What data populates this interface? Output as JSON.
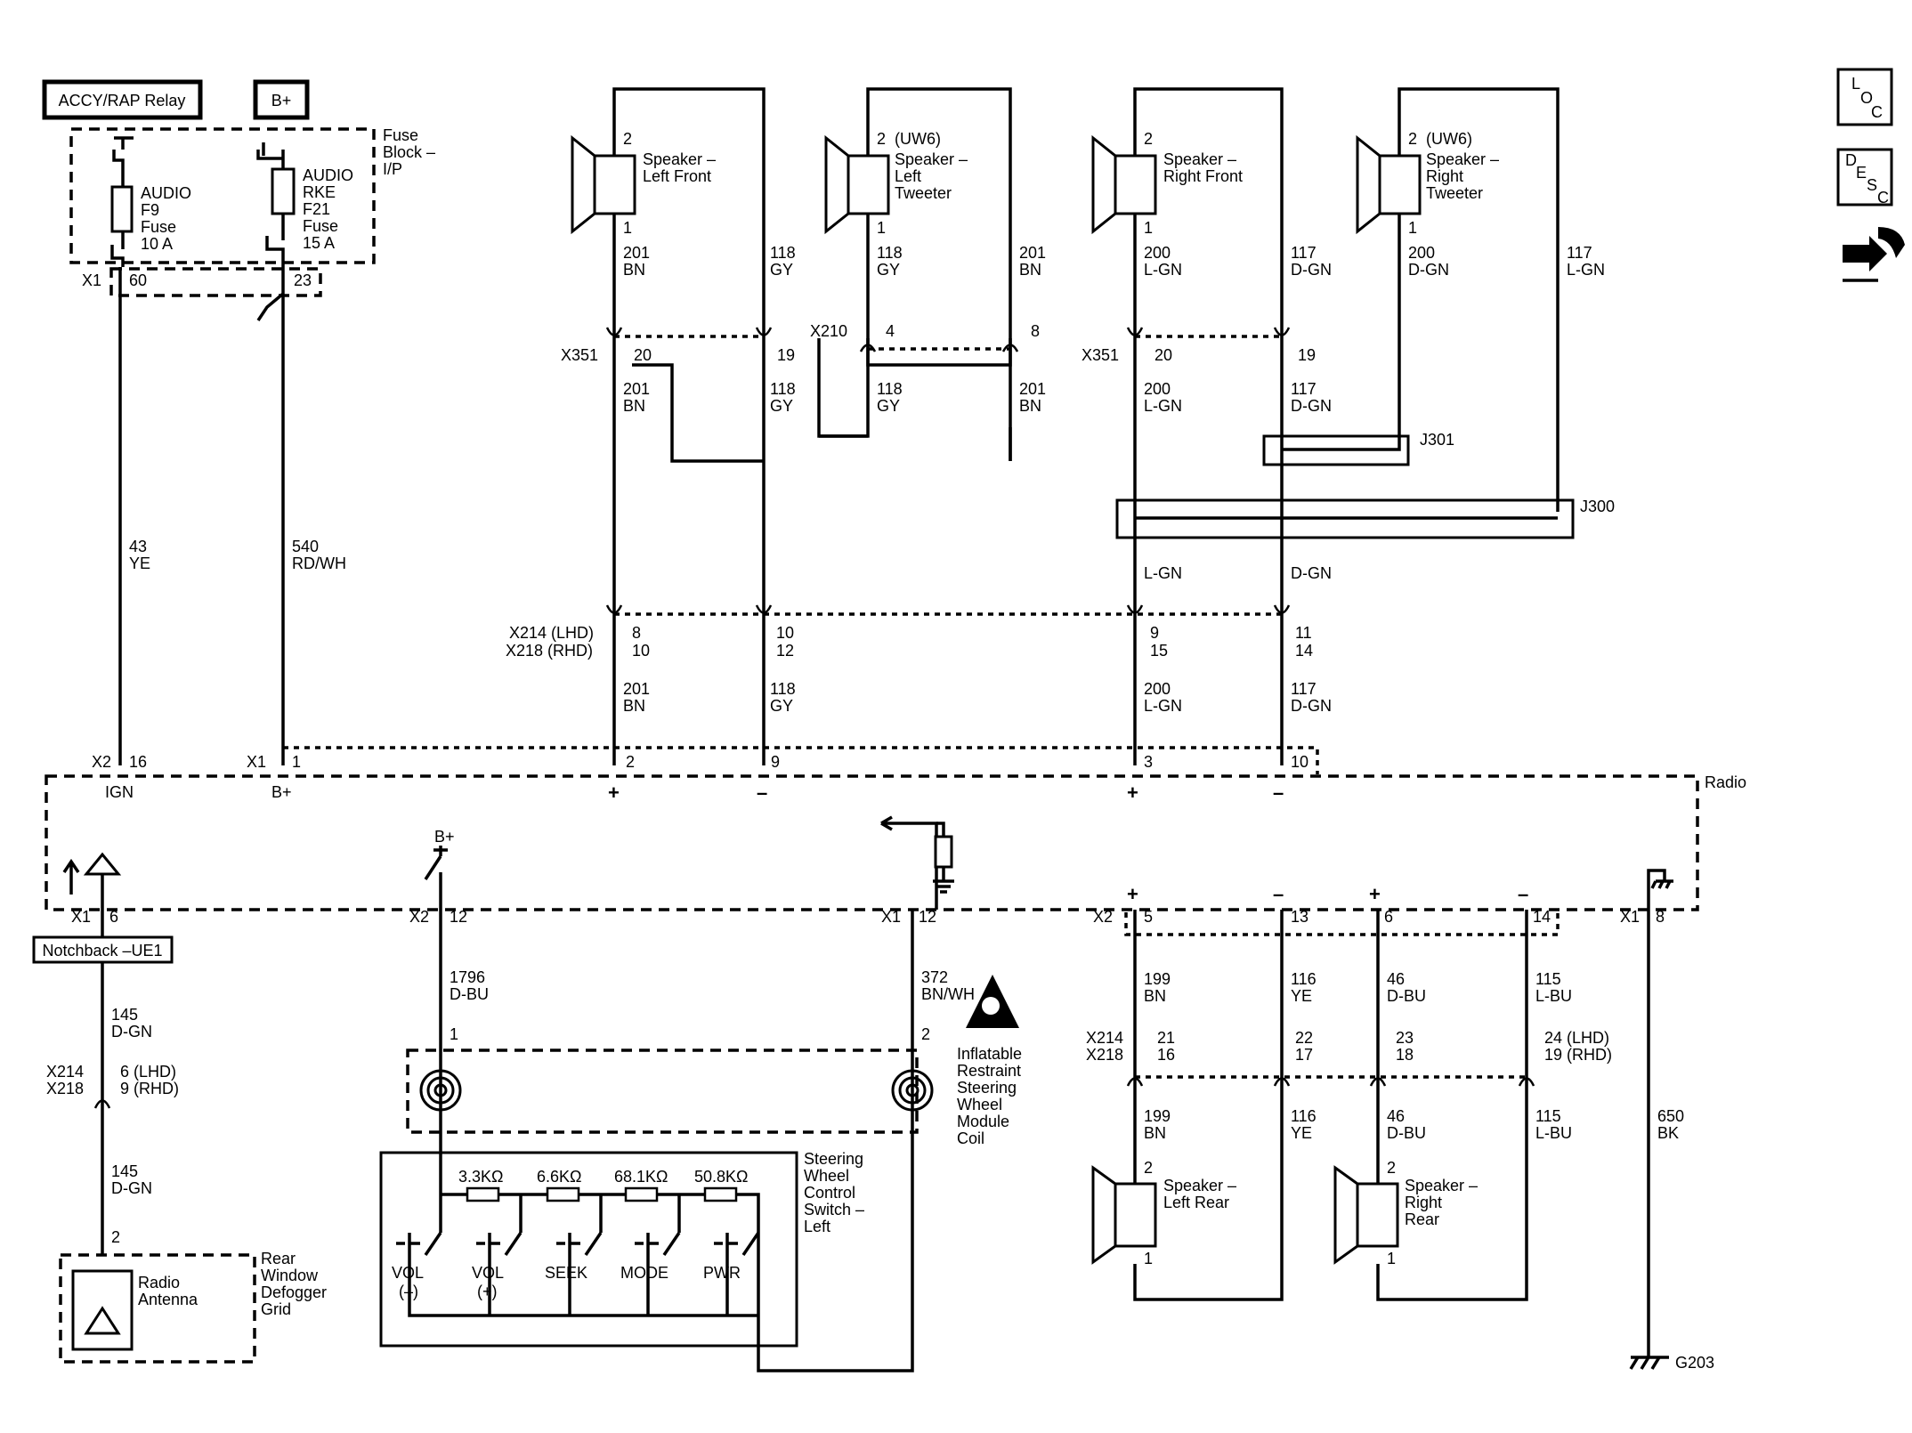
{
  "header": {
    "accy_relay": "ACCY/RAP Relay",
    "bplus": "B+",
    "fuse_block": [
      "Fuse",
      "Block –",
      "I/P"
    ]
  },
  "fuses": {
    "audio": [
      "AUDIO",
      "F9",
      "Fuse",
      "10 A"
    ],
    "audio_rke": [
      "AUDIO",
      "RKE",
      "F21",
      "Fuse",
      "15 A"
    ]
  },
  "side_icons": {
    "loc": [
      "L",
      "O",
      "C"
    ],
    "desc": [
      "D",
      "E",
      "S",
      "C"
    ]
  },
  "speakers": {
    "left_front": [
      "Speaker –",
      "Left Front"
    ],
    "left_tweeter": [
      "Speaker –",
      "Left",
      "Tweeter"
    ],
    "right_front": [
      "Speaker –",
      "Right Front"
    ],
    "right_tweeter": [
      "Speaker –",
      "Right",
      "Tweeter"
    ],
    "left_rear": [
      "Speaker –",
      "Left Rear"
    ],
    "right_rear": [
      "Speaker –",
      "Right",
      "Rear"
    ]
  },
  "wires": {
    "w201": [
      "201",
      "BN"
    ],
    "w118": [
      "118",
      "GY"
    ],
    "w200": [
      "200",
      "L-GN"
    ],
    "w117": [
      "117",
      "D-GN"
    ],
    "w117lgn": [
      "117",
      "L-GN"
    ],
    "w200dgn": [
      "200",
      "D-GN"
    ],
    "w43": [
      "43",
      "YE"
    ],
    "w540": [
      "540",
      "RD/WH"
    ],
    "lgn": "L-GN",
    "dgn": "D-GN",
    "w199": [
      "199",
      "BN"
    ],
    "w116": [
      "116",
      "YE"
    ],
    "w46": [
      "46",
      "D-BU"
    ],
    "w115": [
      "115",
      "L-BU"
    ],
    "w650": [
      "650",
      "BK"
    ],
    "w1796": [
      "1796",
      "D-BU"
    ],
    "w372": [
      "372",
      "BN/WH"
    ],
    "w145": [
      "145",
      "D-GN"
    ]
  },
  "connectors": {
    "x351": "X351",
    "x210": "X210",
    "x214lhd": "X214 (LHD)",
    "x218rhd": "X218 (RHD)",
    "x214": "X214",
    "x218": "X218",
    "x1": "X1",
    "x2": "X2",
    "j301": "J301",
    "j300": "J300",
    "g203": "G203",
    "uw6": "(UW6)"
  },
  "pins": {
    "p1": "1",
    "p2": "2",
    "p3": "3",
    "p4": "4",
    "p5": "5",
    "p6": "6",
    "p8": "8",
    "p9": "9",
    "p10": "10",
    "p11": "11",
    "p12": "12",
    "p13": "13",
    "p14": "14",
    "p14b": "14",
    "p15": "15",
    "p16": "16",
    "p17": "17",
    "p18": "18",
    "p19": "19",
    "p20": "20",
    "p21": "21",
    "p22": "22",
    "p23": "23",
    "p60": "60",
    "p24lhd": "24 (LHD)",
    "p19rhd": "19 (RHD)",
    "p6lhd": "6 (LHD)",
    "p9rhd": "9 (RHD)"
  },
  "radio": {
    "label": "Radio",
    "ign": "IGN",
    "bplus": "B+",
    "plus": "+",
    "minus": "–"
  },
  "antenna": {
    "notchback": "Notchback –UE1",
    "label": [
      "Radio",
      "Antenna"
    ],
    "grid": [
      "Rear",
      "Window",
      "Defogger",
      "Grid"
    ]
  },
  "coil": [
    "Inflatable",
    "Restraint",
    "Steering",
    "Wheel",
    "Module",
    "Coil"
  ],
  "switch": {
    "title": [
      "Steering",
      "Wheel",
      "Control",
      "Switch –",
      "Left"
    ],
    "resistors": [
      "3.3KΩ",
      "6.6KΩ",
      "68.1KΩ",
      "50.8KΩ"
    ],
    "buttons": [
      "VOL",
      "(–)",
      "VOL",
      "(+)",
      "SEEK",
      "MODE",
      "PWR"
    ]
  }
}
